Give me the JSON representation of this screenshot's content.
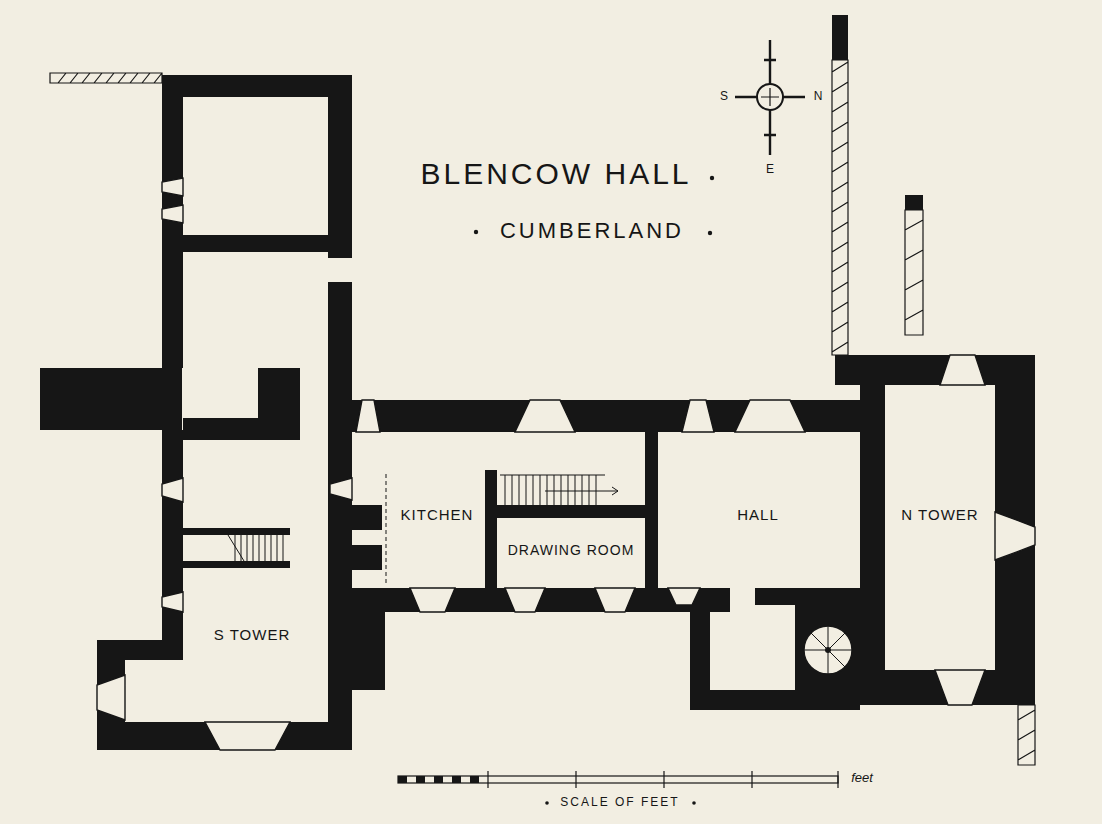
{
  "diagram": {
    "title": "BLENCOW HALL",
    "nodes": [
      {
        "text": [
          "KITCHEN"
        ]
      },
      {
        "text": [
          "HALL"
        ]
      },
      {
        "text": [
          "N TOWER"
        ]
      },
      {
        "text": [
          "DRAWING ROOM"
        ]
      },
      {
        "text": [
          "S TOWER"
        ]
      }
    ],
    "labels": [
      "CUMBERLAND",
      "S",
      "N",
      "E",
      "feet",
      "SCALE OF FEET"
    ]
  }
}
